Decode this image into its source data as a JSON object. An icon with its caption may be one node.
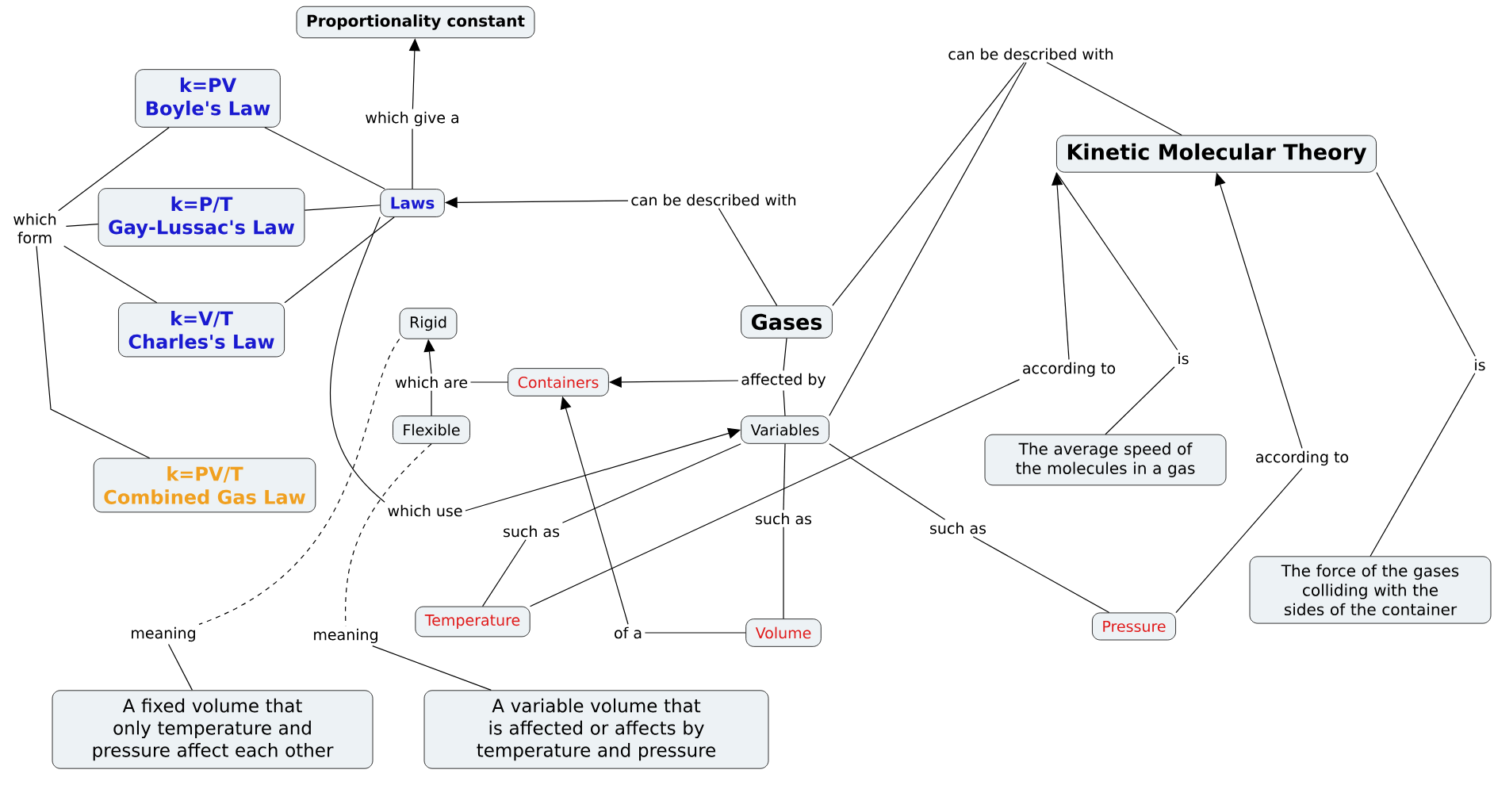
{
  "diagram": {
    "nodes": [
      {
        "text": [
          "Proportionality constant"
        ]
      },
      {
        "text": [
          "k=PV",
          "Boyle's Law"
        ]
      },
      {
        "text": [
          "k=P/T",
          "Gay-Lussac's Law"
        ]
      },
      {
        "text": [
          "k=V/T",
          "Charles's Law"
        ]
      },
      {
        "text": [
          "k=PV/T",
          "Combined Gas Law"
        ]
      },
      {
        "text": [
          "Laws"
        ]
      },
      {
        "text": [
          "Kinetic Molecular Theory"
        ]
      },
      {
        "text": [
          "Gases"
        ]
      },
      {
        "text": [
          "Rigid"
        ]
      },
      {
        "text": [
          "Containers"
        ]
      },
      {
        "text": [
          "Flexible"
        ]
      },
      {
        "text": [
          "Variables"
        ]
      },
      {
        "text": [
          "The average speed of the molecules in a gas"
        ]
      },
      {
        "text": [
          "The force of the gases colliding with the sides of the container"
        ]
      },
      {
        "text": [
          "Temperature"
        ]
      },
      {
        "text": [
          "Volume"
        ]
      },
      {
        "text": [
          "Pressure"
        ]
      },
      {
        "text": [
          "A fixed volume that only temperature and pressure affect each other"
        ]
      },
      {
        "text": [
          "A variable volume that is affected or affects by temperature and pressure"
        ]
      },
      {
        "text": [
          "which give a"
        ]
      },
      {
        "text": [
          "which form"
        ]
      },
      {
        "text": [
          "can be described with"
        ]
      },
      {
        "text": [
          "can be described with"
        ]
      },
      {
        "text": [
          "affected by"
        ]
      },
      {
        "text": [
          "which are"
        ]
      },
      {
        "text": [
          "which use"
        ]
      },
      {
        "text": [
          "according to"
        ]
      },
      {
        "text": [
          "is"
        ]
      },
      {
        "text": [
          "according to"
        ]
      },
      {
        "text": [
          "is"
        ]
      },
      {
        "text": [
          "such as"
        ]
      },
      {
        "text": [
          "such as"
        ]
      },
      {
        "text": [
          "such as"
        ]
      },
      {
        "text": [
          "of a"
        ]
      },
      {
        "text": [
          "meaning"
        ]
      },
      {
        "text": [
          "meaning"
        ]
      }
    ],
    "edges": [
      {
        "from": 5,
        "to": 19,
        "arrow": "none"
      },
      {
        "from": 19,
        "to": 0,
        "arrow": "to"
      },
      {
        "from": 1,
        "to": 5,
        "arrow": "none"
      },
      {
        "from": 2,
        "to": 5,
        "arrow": "none"
      },
      {
        "from": 3,
        "to": 5,
        "arrow": "none"
      },
      {
        "from": 1,
        "to": 20,
        "arrow": "none"
      },
      {
        "from": 2,
        "to": 20,
        "arrow": "none"
      },
      {
        "from": 3,
        "to": 20,
        "arrow": "none"
      },
      {
        "from": 20,
        "to": 4,
        "arrow": "none"
      },
      {
        "from": 7,
        "to": 21,
        "arrow": "none"
      },
      {
        "from": 21,
        "to": 5,
        "arrow": "to"
      },
      {
        "from": 7,
        "to": 22,
        "arrow": "none"
      },
      {
        "from": 11,
        "to": 22,
        "arrow": "none"
      },
      {
        "from": 22,
        "to": 6,
        "arrow": "none"
      },
      {
        "from": 7,
        "to": 23,
        "arrow": "none"
      },
      {
        "from": 23,
        "to": 9,
        "arrow": "to"
      },
      {
        "from": 23,
        "to": 11,
        "arrow": "none"
      },
      {
        "from": 9,
        "to": 24,
        "arrow": "none"
      },
      {
        "from": 24,
        "to": 8,
        "arrow": "to"
      },
      {
        "from": 10,
        "to": 24,
        "arrow": "none"
      },
      {
        "from": 5,
        "to": 25,
        "arrow": "none"
      },
      {
        "from": 25,
        "to": 11,
        "arrow": "to"
      },
      {
        "from": 11,
        "to": 30,
        "arrow": "none"
      },
      {
        "from": 30,
        "to": 14,
        "arrow": "none"
      },
      {
        "from": 11,
        "to": 31,
        "arrow": "none"
      },
      {
        "from": 31,
        "to": 15,
        "arrow": "none"
      },
      {
        "from": 11,
        "to": 32,
        "arrow": "none"
      },
      {
        "from": 32,
        "to": 16,
        "arrow": "none"
      },
      {
        "from": 14,
        "to": 26,
        "arrow": "none"
      },
      {
        "from": 26,
        "to": 6,
        "arrow": "to"
      },
      {
        "from": 6,
        "to": 27,
        "arrow": "none"
      },
      {
        "from": 27,
        "to": 12,
        "arrow": "none"
      },
      {
        "from": 16,
        "to": 28,
        "arrow": "none"
      },
      {
        "from": 28,
        "to": 6,
        "arrow": "to"
      },
      {
        "from": 6,
        "to": 29,
        "arrow": "none"
      },
      {
        "from": 29,
        "to": 13,
        "arrow": "none"
      },
      {
        "from": 15,
        "to": 33,
        "arrow": "none"
      },
      {
        "from": 33,
        "to": 9,
        "arrow": "to"
      },
      {
        "from": 8,
        "to": 34,
        "arrow": "none",
        "style": "dashed"
      },
      {
        "from": 34,
        "to": 17,
        "arrow": "none"
      },
      {
        "from": 10,
        "to": 35,
        "arrow": "none",
        "style": "dashed"
      },
      {
        "from": 35,
        "to": 18,
        "arrow": "none"
      }
    ]
  }
}
